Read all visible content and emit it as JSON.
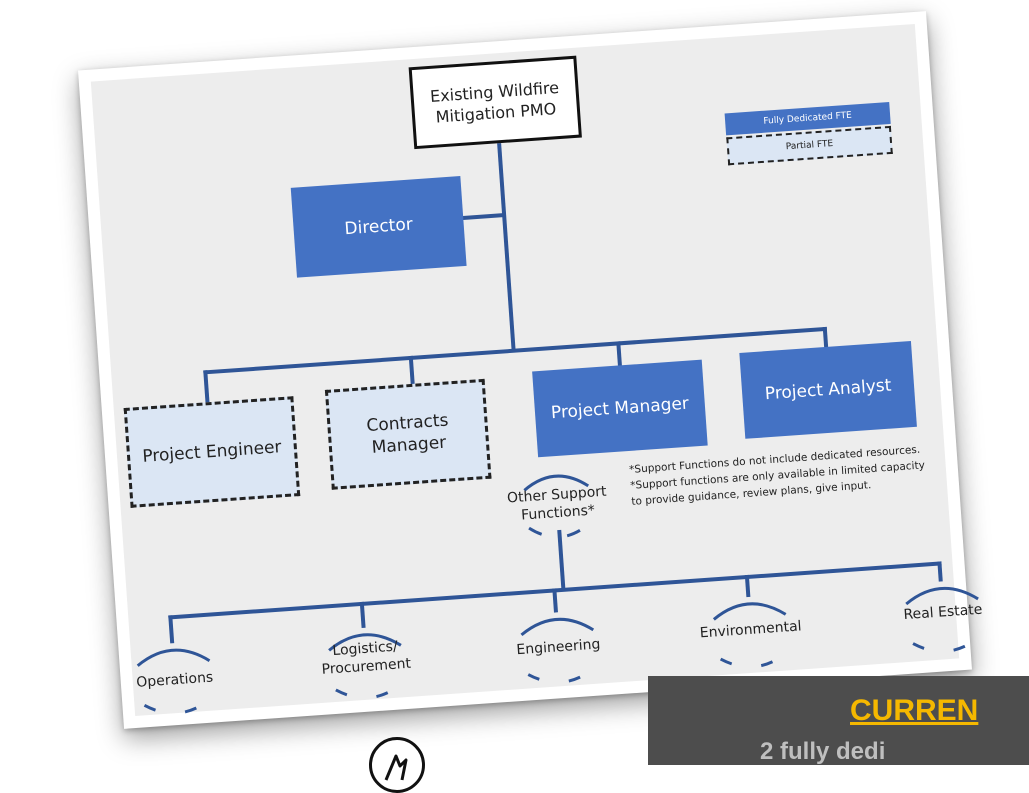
{
  "org_chart": {
    "root": "Existing Wildfire Mitigation PMO",
    "director": "Director",
    "roles": [
      {
        "label": "Project Engineer",
        "kind": "partial"
      },
      {
        "label": "Contracts Manager",
        "kind": "partial"
      },
      {
        "label": "Project Manager",
        "kind": "dedicated"
      },
      {
        "label": "Project Analyst",
        "kind": "dedicated"
      }
    ],
    "legend": {
      "dedicated": "Fully Dedicated FTE",
      "partial": "Partial FTE"
    },
    "support_hub": "Other Support Functions*",
    "notes": [
      "*Support Functions do not include dedicated resources.",
      "*Support functions are only available in limited capacity",
      "to provide guidance, review plans, give input."
    ],
    "support_functions": [
      "Operations",
      "Logistics/ Procurement",
      "Engineering",
      "Environmental",
      "Real Estate"
    ]
  },
  "banner": {
    "title": "CURREN",
    "subtitle": "2 fully dedi"
  },
  "colors": {
    "dedicated_fill": "#4472c4",
    "partial_fill": "#dbe6f4",
    "banner_bg": "#4d4d4d",
    "banner_title": "#f5b800"
  }
}
